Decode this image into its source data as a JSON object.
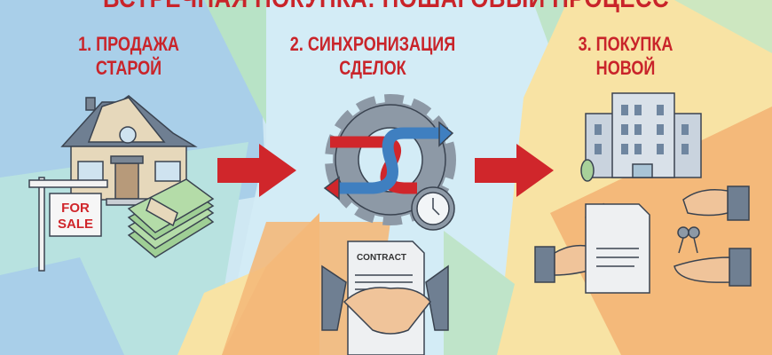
{
  "title": "ВСТРЕЧНАЯ ПОКУПКА: ПОШАГОВЫЙ ПРОЦЕСС",
  "steps": [
    {
      "line1": "1. ПРОДАЖА",
      "line2": "СТАРОЙ"
    },
    {
      "line1": "2. СИНХРОНИЗАЦИЯ",
      "line2": "СДЕЛОК"
    },
    {
      "line1": "3. ПОКУПКА",
      "line2": "НОВОЙ"
    }
  ],
  "sign": {
    "line1": "FOR",
    "line2": "SALE"
  },
  "contract_label": "CONTRACT",
  "colors": {
    "accent_red": "#d0262b",
    "blue_arrow": "#3f7fc0",
    "gear": "#8d99a6"
  }
}
